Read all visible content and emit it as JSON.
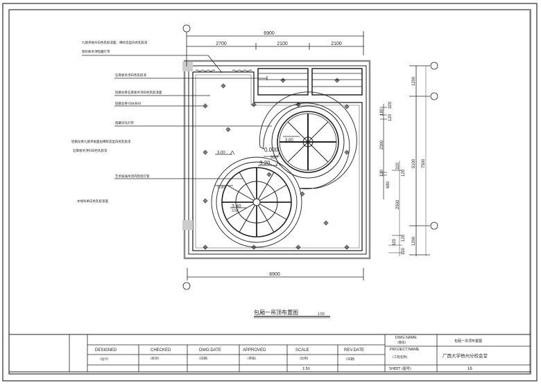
{
  "drawing": {
    "title": "包厢一吊顶布置图",
    "title_scale": "1:50",
    "dimensions_top": {
      "overall": "6900",
      "segments": [
        "2700",
        "2100",
        "2100"
      ]
    },
    "dimensions_bottom": {
      "overall": "6900"
    },
    "dimensions_right_outer": {
      "overall": "7500"
    },
    "dimensions_right_mid": {
      "overall": "5100",
      "segments": [
        "1200",
        "1200"
      ]
    },
    "dimensions_right_inner": {
      "upper": [
        "320",
        "180",
        "120",
        "2300",
        "120"
      ],
      "middle": [
        "320",
        "120"
      ],
      "lower": [
        "680",
        "2500",
        "120",
        "320",
        "320"
      ]
    },
    "elevations": [
      {
        "label": "3.00"
      },
      {
        "label": "3.00"
      },
      {
        "label": "0.000"
      },
      {
        "label": "350"
      },
      {
        "label": "3.20"
      },
      {
        "label": "3.30"
      },
      {
        "label": "3.40"
      },
      {
        "label": "3.50"
      }
    ],
    "annotations": [
      {
        "text": "九厘夹板扫白色乳胶漆面，细纹造型白色乳胶漆"
      },
      {
        "text": "铝扣板吊顶暗藏灯带"
      },
      {
        "text": "石膏板吊顶白色乳胶漆"
      },
      {
        "text": "轻钢龙骨石膏板吊顶白色乳胶漆面"
      },
      {
        "text": "轻钢龙骨YQ8/800"
      },
      {
        "text": "暗藏日光灯带"
      },
      {
        "text": "轻钢龙骨九厘夹板面层细纹造型白色乳胶漆"
      },
      {
        "text": "石膏板吊顶扫白色乳胶漆"
      },
      {
        "text": "艺术玻璃吊顶内暗装灯管"
      },
      {
        "text": "木线条刷白色乳胶漆面"
      }
    ]
  },
  "title_block": {
    "headers": [
      "DESIGNED",
      "CHECKED",
      "DWG.DATE",
      "APPROVED",
      "SCALE",
      "REV.DATE"
    ],
    "sub_headers": [
      "(设计)",
      "(校对)",
      "(日期)",
      "(审核)",
      "(比例)",
      "(日期)"
    ],
    "values": [
      "",
      "",
      "",
      "",
      "1:50",
      ""
    ],
    "dwg_name_label": "DWG.NAME",
    "dwg_name_sub": "(图名)",
    "dwg_name_value": "包厢一吊顶布置图",
    "project_name_label": "PROJECT.NAME",
    "project_name_sub": "(工程名称)",
    "project_name_value": "广西大学梧州分校会堂",
    "sheet_label": "SHEET (图号)",
    "sheet_value": "16"
  }
}
